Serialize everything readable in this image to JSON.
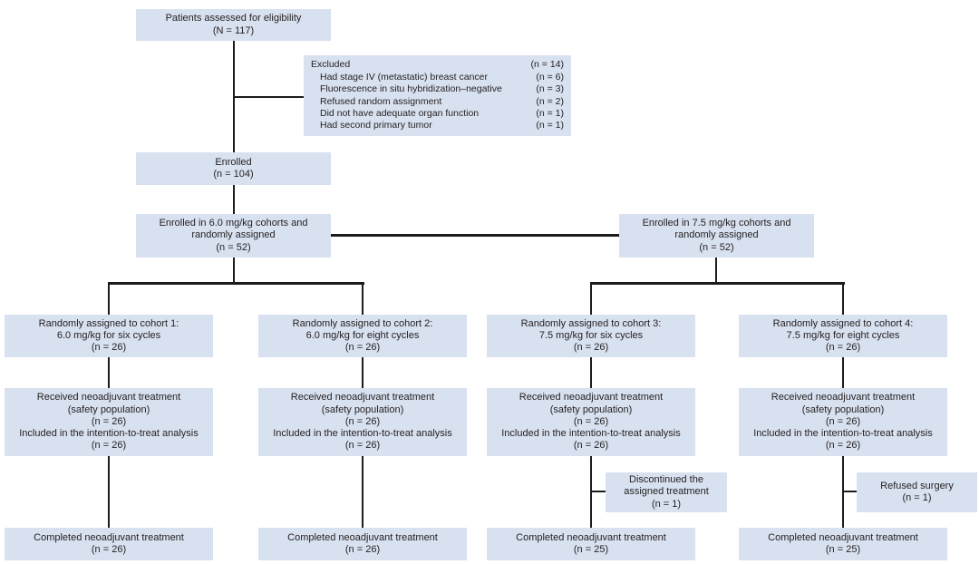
{
  "palette": {
    "box_fill": "#d8e1f0",
    "line_color": "#1c1c1c",
    "text_color": "#231f20"
  },
  "flow": {
    "assessed": {
      "line1": "Patients assessed for eligibility",
      "line2": "(N = 117)"
    },
    "excluded": {
      "rows": [
        {
          "label": "Excluded",
          "value": "(n = 14)"
        },
        {
          "label": "Had stage IV (metastatic) breast cancer",
          "value": "(n = 6)"
        },
        {
          "label": "Fluorescence in situ hybridization–negative",
          "value": "(n = 3)"
        },
        {
          "label": "Refused random assignment",
          "value": "(n = 2)"
        },
        {
          "label": "Did not have adequate organ function",
          "value": "(n = 1)"
        },
        {
          "label": "Had second primary tumor",
          "value": "(n = 1)"
        }
      ]
    },
    "enrolled": {
      "line1": "Enrolled",
      "line2": "(n = 104)"
    },
    "arms": [
      {
        "line1": "Enrolled in 6.0 mg/kg cohorts and",
        "line2": "randomly assigned",
        "line3": "(n = 52)"
      },
      {
        "line1": "Enrolled in 7.5 mg/kg cohorts and",
        "line2": "randomly assigned",
        "line3": "(n = 52)"
      }
    ],
    "cohorts": [
      {
        "line1": "Randomly assigned to cohort 1:",
        "line2": "6.0 mg/kg for six cycles",
        "line3": "(n = 26)"
      },
      {
        "line1": "Randomly assigned to cohort 2:",
        "line2": "6.0 mg/kg for eight cycles",
        "line3": "(n = 26)"
      },
      {
        "line1": "Randomly assigned to cohort 3:",
        "line2": "7.5 mg/kg for six cycles",
        "line3": "(n = 26)"
      },
      {
        "line1": "Randomly assigned to cohort 4:",
        "line2": "7.5 mg/kg for eight cycles",
        "line3": "(n = 26)"
      }
    ],
    "received": [
      {
        "line1": "Received neoadjuvant treatment",
        "line2": "(safety population)",
        "line3": "(n = 26)",
        "line4": "Included in the intention-to-treat analysis",
        "line5": "(n = 26)"
      },
      {
        "line1": "Received neoadjuvant treatment",
        "line2": "(safety population)",
        "line3": "(n = 26)",
        "line4": "Included in the intention-to-treat analysis",
        "line5": "(n = 26)"
      },
      {
        "line1": "Received neoadjuvant treatment",
        "line2": "(safety population)",
        "line3": "(n = 26)",
        "line4": "Included in the intention-to-treat analysis",
        "line5": "(n = 26)"
      },
      {
        "line1": "Received neoadjuvant treatment",
        "line2": "(safety population)",
        "line3": "(n = 26)",
        "line4": "Included in the intention-to-treat analysis",
        "line5": "(n = 26)"
      }
    ],
    "dropouts": [
      {
        "line1": "Discontinued the",
        "line2": "assigned treatment",
        "line3": "(n = 1)"
      },
      {
        "line1": "Refused surgery",
        "line2": "(n = 1)"
      }
    ],
    "completed": [
      {
        "line1": "Completed neoadjuvant treatment",
        "line2": "(n = 26)"
      },
      {
        "line1": "Completed neoadjuvant treatment",
        "line2": "(n = 26)"
      },
      {
        "line1": "Completed neoadjuvant treatment",
        "line2": "(n = 25)"
      },
      {
        "line1": "Completed neoadjuvant treatment",
        "line2": "(n = 25)"
      }
    ]
  }
}
